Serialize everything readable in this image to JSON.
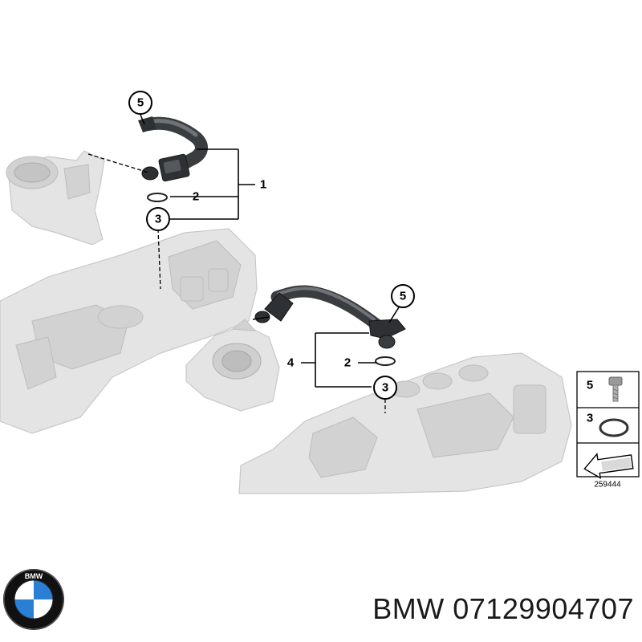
{
  "callouts": {
    "c1": "1",
    "c2a": "2",
    "c3a": "3",
    "c5a": "5",
    "c4": "4",
    "c2b": "2",
    "c3b": "3",
    "c5b": "5"
  },
  "legend": {
    "item5_label": "5",
    "item3_label": "3",
    "ref_number": "259444"
  },
  "logo": {
    "text": "BMW",
    "colors": {
      "blue": "#2a7fd4",
      "white": "#ffffff",
      "ring": "#111111"
    }
  },
  "caption": {
    "text": "BMW 07129904707"
  }
}
